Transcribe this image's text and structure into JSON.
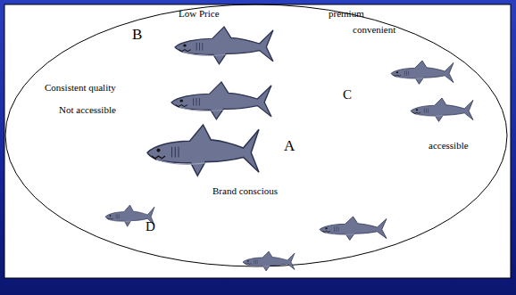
{
  "diagram": {
    "labels": [
      "Low Price",
      "B",
      "premium",
      "convenient",
      "Consistent quality",
      "Not accessible",
      "C",
      "A",
      "accessible",
      "Brand conscious",
      "D"
    ]
  }
}
